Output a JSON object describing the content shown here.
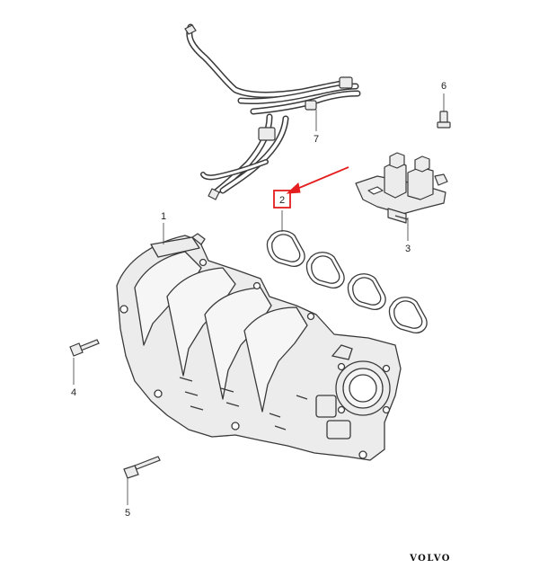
{
  "callouts": [
    {
      "id": "1",
      "label": "1"
    },
    {
      "id": "2",
      "label": "2"
    },
    {
      "id": "3",
      "label": "3"
    },
    {
      "id": "4",
      "label": "4"
    },
    {
      "id": "5",
      "label": "5"
    },
    {
      "id": "6",
      "label": "6"
    },
    {
      "id": "7",
      "label": "7"
    }
  ],
  "brand": {
    "text": "VOLVO"
  },
  "colors": {
    "highlight": "#e41e1e",
    "line": "#3a3a3a",
    "part_fill": "#ececec",
    "background": "#ffffff"
  }
}
